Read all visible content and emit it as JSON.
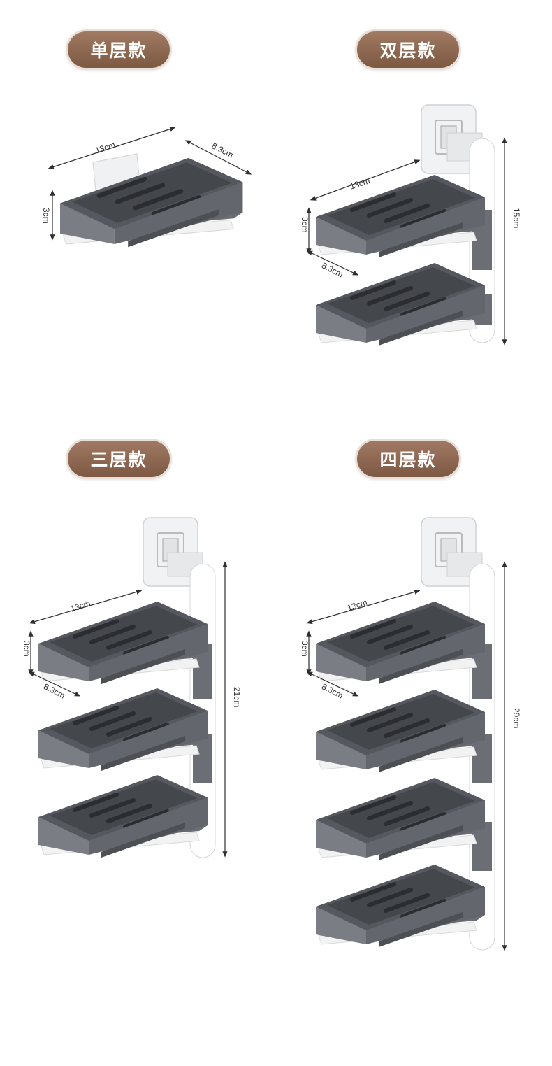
{
  "variants": [
    {
      "label": "单层款",
      "width_label": "13cm",
      "depth_label": "8.3cm",
      "height_label": "3cm",
      "tiers": 1
    },
    {
      "label": "双层款",
      "width_label": "13cm",
      "depth_label": "8.3cm",
      "height_label": "3cm",
      "total_height_label": "15cm",
      "tiers": 2
    },
    {
      "label": "三层款",
      "width_label": "13cm",
      "depth_label": "8.3cm",
      "height_label": "3cm",
      "total_height_label": "21cm",
      "tiers": 3
    },
    {
      "label": "四层款",
      "width_label": "13cm",
      "depth_label": "8.3cm",
      "height_label": "3cm",
      "total_height_label": "29cm",
      "tiers": 4
    }
  ],
  "colors": {
    "badge": "#8d6650",
    "tray": "#5f6268",
    "tray_dark": "#3f4247",
    "pole": "#ffffff"
  }
}
